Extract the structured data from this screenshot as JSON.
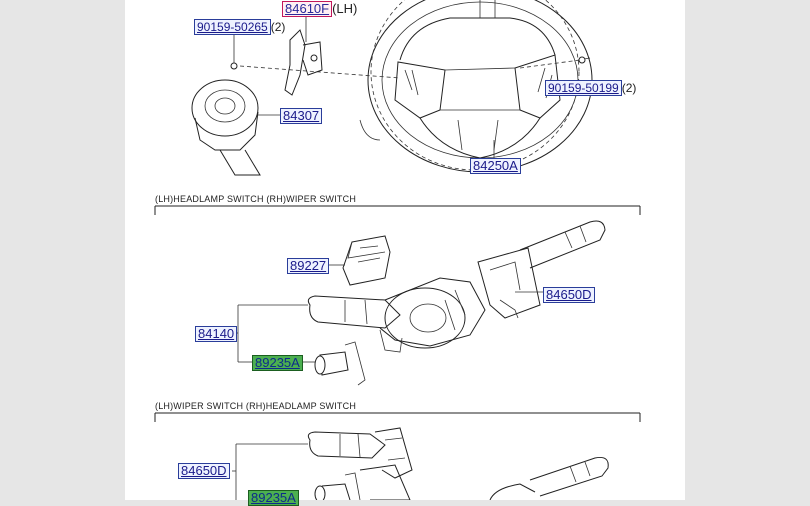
{
  "parts": {
    "p90159_50265": {
      "code": "90159-50265",
      "qty": "(2)"
    },
    "p84610F": {
      "code": "84610F",
      "note": "(LH)"
    },
    "p84307": {
      "code": "84307"
    },
    "p90159_50199": {
      "code": "90159-50199",
      "qty": "(2)"
    },
    "p84250A": {
      "code": "84250A"
    },
    "p89227": {
      "code": "89227"
    },
    "p84650D_top": {
      "code": "84650D"
    },
    "p84140": {
      "code": "84140"
    },
    "p89235A_top": {
      "code": "89235A"
    },
    "p84650D_bottom": {
      "code": "84650D"
    },
    "p89235A_bottom": {
      "code": "89235A"
    }
  },
  "sections": {
    "top": "(LH)HEADLAMP SWITCH (RH)WIPER SWITCH",
    "bottom": "(LH)WIPER SWITCH (RH)HEADLAMP SWITCH"
  },
  "colors": {
    "page_bg": "#e6e6e6",
    "paper": "#ffffff",
    "label_border": "#2a3d9a",
    "highlight_green": "#4caf50",
    "highlight_red": "#c2185b"
  }
}
